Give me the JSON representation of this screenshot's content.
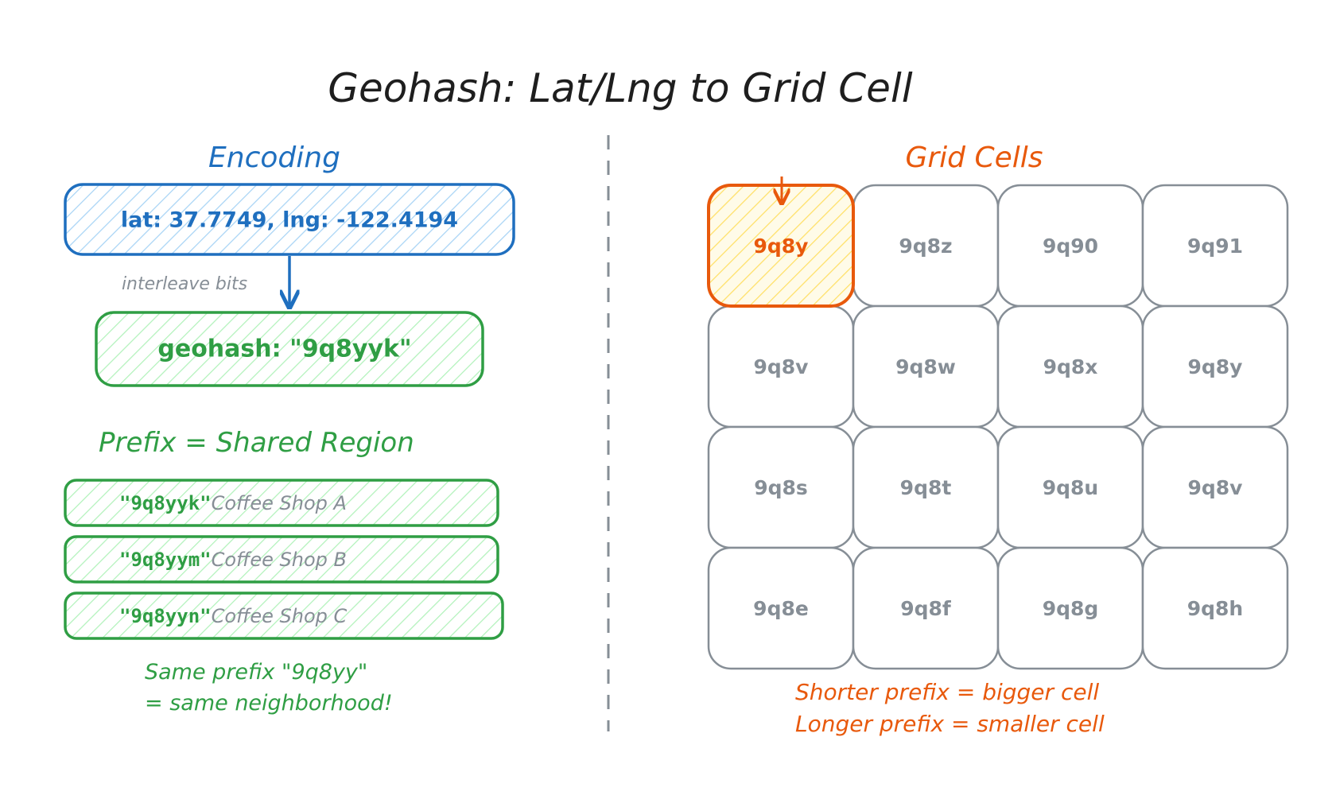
{
  "title": "Geohash: Lat/Lng to Grid Cell",
  "encoding": {
    "heading": "Encoding",
    "input": "lat: 37.7749, lng: -122.4194",
    "step_label": "interleave bits",
    "output": "geohash: \"9q8yyk\""
  },
  "prefix": {
    "heading": "Prefix = Shared Region",
    "rows": [
      {
        "hash": "\"9q8yyk\"",
        "place": "Coffee Shop A"
      },
      {
        "hash": "\"9q8yym\"",
        "place": "Coffee Shop B"
      },
      {
        "hash": "\"9q8yyn\"",
        "place": "Coffee Shop C"
      }
    ],
    "note_line1": "Same prefix \"9q8yy\"",
    "note_line2": "= same neighborhood!"
  },
  "grid": {
    "heading": "Grid Cells",
    "highlighted": "9q8y",
    "rows": [
      [
        "9q8y",
        "9q8z",
        "9q90",
        "9q91"
      ],
      [
        "9q8v",
        "9q8w",
        "9q8x",
        "9q8y"
      ],
      [
        "9q8s",
        "9q8t",
        "9q8u",
        "9q8v"
      ],
      [
        "9q8e",
        "9q8f",
        "9q8g",
        "9q8h"
      ]
    ],
    "note_line1": "Shorter prefix = bigger cell",
    "note_line2": "Longer prefix = smaller cell"
  },
  "colors": {
    "blue": "#1f6fbf",
    "blue_fill": "#a8d4f5",
    "green": "#2f9e44",
    "green_fill": "#b2f2bb",
    "orange": "#e8590c",
    "yellow_fill": "#ffe066",
    "gray": "#868e96",
    "ink": "#1e1e1e"
  }
}
